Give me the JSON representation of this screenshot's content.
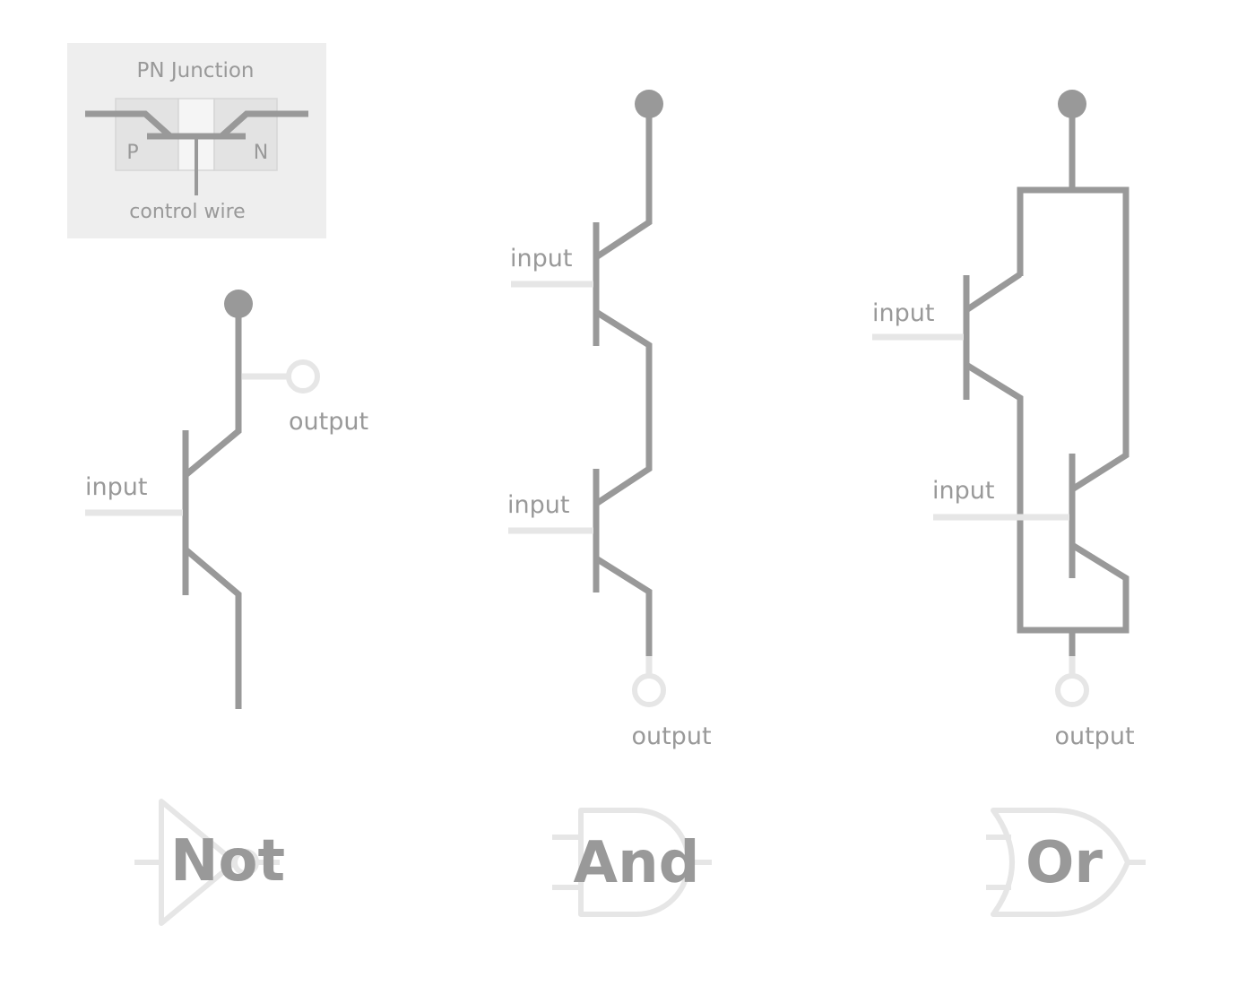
{
  "pn_junction": {
    "title": "PN Junction",
    "p_label": "P",
    "n_label": "N",
    "control_label": "control wire"
  },
  "not_circuit": {
    "input_label": "input",
    "output_label": "output",
    "gate_label": "Not"
  },
  "and_circuit": {
    "input_top_label": "input",
    "input_bottom_label": "input",
    "output_label": "output",
    "gate_label": "And"
  },
  "or_circuit": {
    "input_left_label": "input",
    "input_right_label": "input",
    "output_label": "output",
    "gate_label": "Or"
  },
  "colors": {
    "wire": "#999999",
    "light_wire": "#e6e6e6",
    "panel": "#eeeeee"
  }
}
